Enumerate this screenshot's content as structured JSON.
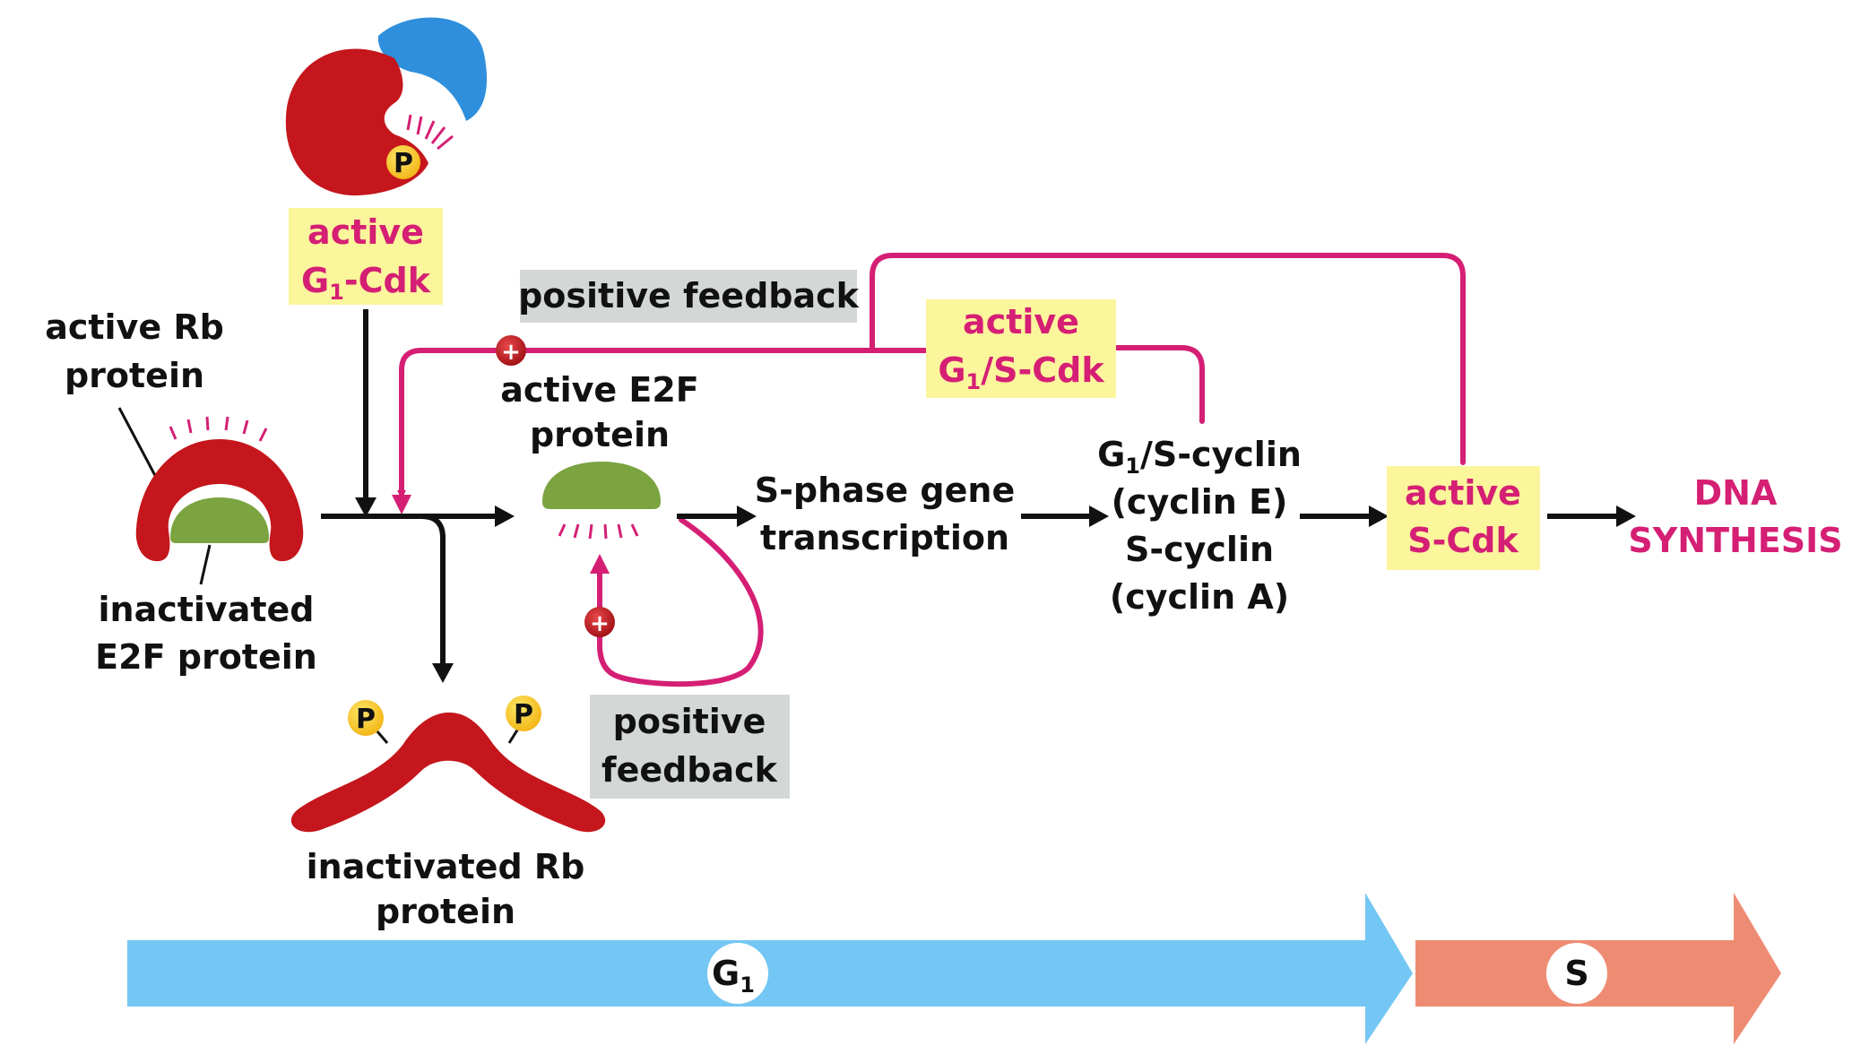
{
  "title": "Rb-E2F positive feedback control of G1/S transition",
  "colors": {
    "pink_path": "#d51f74",
    "yellow_box": "#fbf59c",
    "gray_box": "#d3d8d6",
    "red_protein": "#c4161c",
    "blue_protein": "#2f8fdc",
    "green_protein": "#7ba441",
    "phosphate": "#f7c51d",
    "g1_phase": "#74c7f4",
    "s_phase": "#ee8c73"
  },
  "labels": {
    "active_g1_cdk": {
      "line1": "active",
      "line2_main": "G",
      "line2_sub": "1",
      "line2_rest": "-Cdk"
    },
    "positive_feedback_top": "positive feedback",
    "active_g1s_cdk": {
      "line1": "active",
      "line2_main": "G",
      "line2_sub": "1",
      "line2_rest": "/S-Cdk"
    },
    "active_rb": {
      "line1": "active Rb",
      "line2": "protein"
    },
    "inactivated_e2f": {
      "line1": "inactivated",
      "line2": "E2F protein"
    },
    "active_e2f": {
      "line1": "active E2F",
      "line2": "protein"
    },
    "s_phase_gene": {
      "line1": "S-phase gene",
      "line2": "transcription"
    },
    "cyclins": {
      "line1_main": "G",
      "line1_sub": "1",
      "line1_rest": "/S-cyclin",
      "line2": "(cyclin E)",
      "line3": "S-cyclin",
      "line4": "(cyclin A)"
    },
    "active_s_cdk": {
      "line1": "active",
      "line2": "S-Cdk"
    },
    "dna_synthesis": {
      "line1": "DNA",
      "line2": "SYNTHESIS"
    },
    "positive_feedback_bottom": {
      "line1": "positive",
      "line2": "feedback"
    },
    "inactivated_rb": {
      "line1": "inactivated Rb",
      "line2": "protein"
    },
    "phosphate": "P",
    "plus": "+"
  },
  "phases": {
    "g1": {
      "main": "G",
      "sub": "1"
    },
    "s": {
      "main": "S"
    }
  }
}
